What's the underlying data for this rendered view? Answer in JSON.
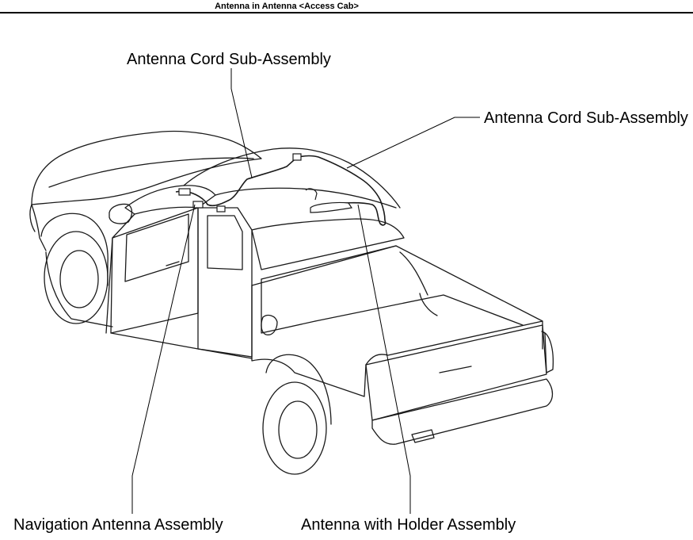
{
  "header": {
    "title": "Antenna in Antenna <Access Cab>"
  },
  "callouts": {
    "cord_top": "Antenna Cord Sub-Assembly",
    "cord_right": "Antenna Cord Sub-Assembly",
    "navigation_antenna": "Navigation Antenna Assembly",
    "antenna_holder": "Antenna with Holder Assembly"
  },
  "colors": {
    "ink": "#000000",
    "background": "#ffffff"
  }
}
